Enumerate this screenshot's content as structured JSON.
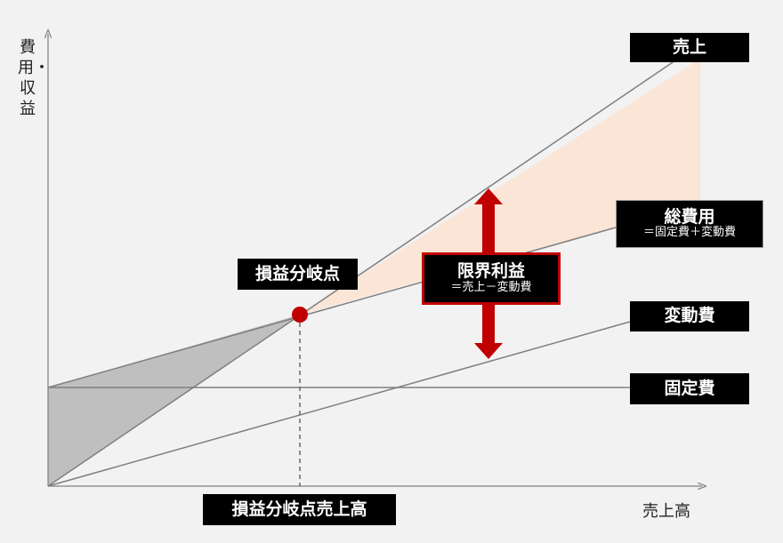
{
  "axes": {
    "y_label": "費用・収益",
    "x_label": "売上高"
  },
  "labels": {
    "sales": "売上",
    "total_cost": "総費用",
    "total_cost_sub": "＝固定費＋変動費",
    "variable_cost": "変動費",
    "fixed_cost": "固定費",
    "bep": "損益分岐点",
    "marginal_profit": "限界利益",
    "marginal_profit_sub": "＝売上－変動費",
    "bep_sales": "損益分岐点売上高"
  },
  "colors": {
    "accent": "#c00000",
    "profit_fill": "#fbe5d6",
    "loss_fill": "#bfbfbf",
    "line": "#7f7f7f"
  }
}
